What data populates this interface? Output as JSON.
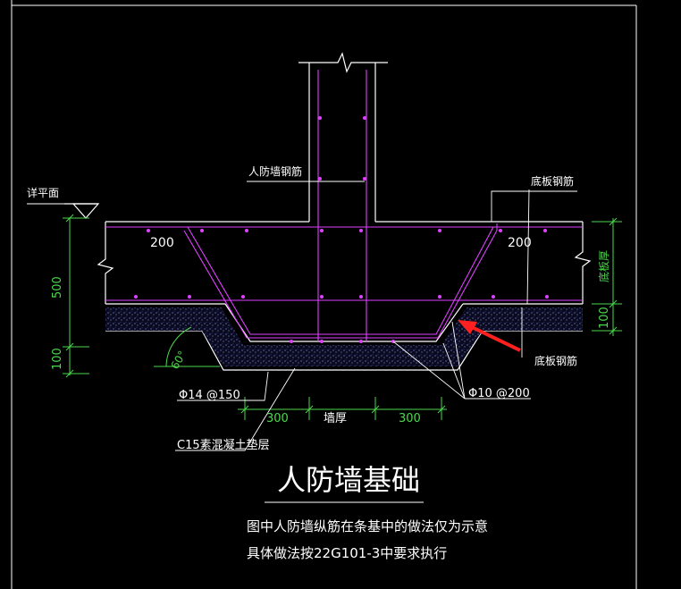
{
  "labels": {
    "wall_rebar": "人防墙钢筋",
    "slab_rebar_top": "底板钢筋",
    "slab_rebar_bottom": "底板钢筋",
    "detail_plan": "详平面",
    "dim_200_left": "200",
    "dim_200_right": "200",
    "dim_500": "500",
    "dim_100_left": "100",
    "dim_100_right": "100",
    "slab_thickness": "底板厚",
    "angle_60": "60°",
    "rebar_14": "Φ14 @150",
    "rebar_10": "Φ10 @200",
    "dim_300_left": "300",
    "wall_thickness": "墙厚",
    "dim_300_right": "300",
    "cushion": "C15素混凝土垫层"
  },
  "title": "人防墙基础",
  "notes": [
    "图中人防墙纵筋在条基中的做法仅为示意",
    "具体做法按22G101-3中要求执行"
  ],
  "colors": {
    "background": "#000000",
    "outline": "#ffffff",
    "rebar": "#e040ff",
    "dimension": "#4cd94c",
    "arrow": "#ff2020",
    "hatch": "#7f8fff",
    "angle": "#4cd94c"
  }
}
